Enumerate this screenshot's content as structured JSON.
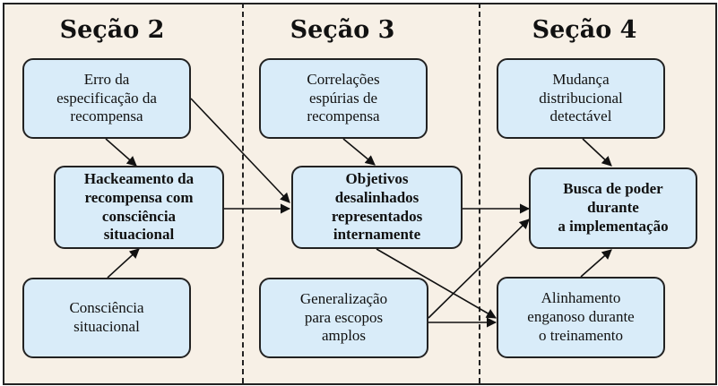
{
  "sections": [
    {
      "title": "Seção 2"
    },
    {
      "title": "Seção 3"
    },
    {
      "title": "Seção 4"
    }
  ],
  "nodes": {
    "erro": "Erro da\nespecificação da\nrecompensa",
    "hackeamento": "Hackeamento da\nrecompensa com\nconsciência\nsituacional",
    "consciencia": "Consciência\nsituacional",
    "correlacoes": "Correlações\nespúrias de\nrecompensa",
    "objetivos": "Objetivos\ndesalinhados\nrepresentados\ninternamente",
    "generalizacao": "Generalização\npara escopos\namplos",
    "mudanca": "Mudança\ndistribucional\ndetectável",
    "busca": "Busca de poder\ndurante\na implementação",
    "alinhamento": "Alinhamento\nenganoso durante\no treinamento"
  }
}
